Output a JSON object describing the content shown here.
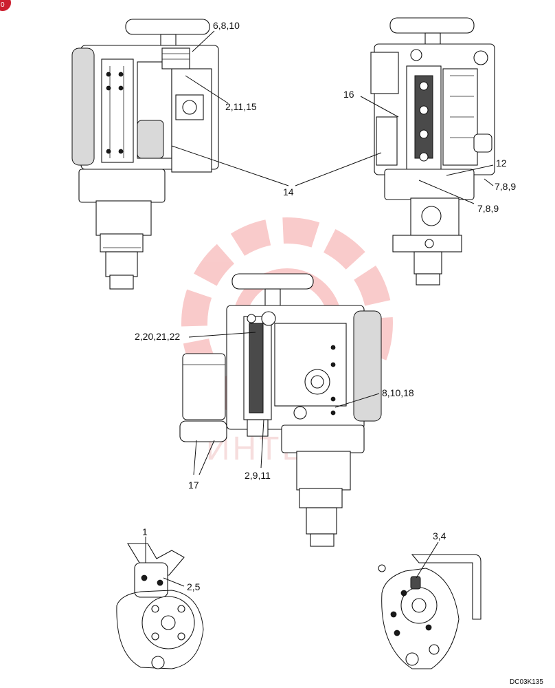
{
  "corner_badge": "0",
  "watermark": {
    "text": "ИНТЕК",
    "color": "#f28b8b"
  },
  "callouts": {
    "top_left_a": "6,8,10",
    "top_left_b": "2,11,15",
    "shared_14": "14",
    "top_right_16": "16",
    "top_right_12": "12",
    "top_right_789_a": "7,8,9",
    "top_right_789_b": "7,8,9",
    "center_a": "2,20,21,22",
    "center_b": "8,10,18",
    "center_c": "2,9,11",
    "center_17": "17",
    "bottom_left_1": "1",
    "bottom_left_25": "2,5",
    "bottom_right_34": "3,4"
  },
  "drawing_code": "DC03K135",
  "colors": {
    "line": "#111111",
    "badge": "#cc1f2f",
    "watermark": "#f28b8b"
  }
}
